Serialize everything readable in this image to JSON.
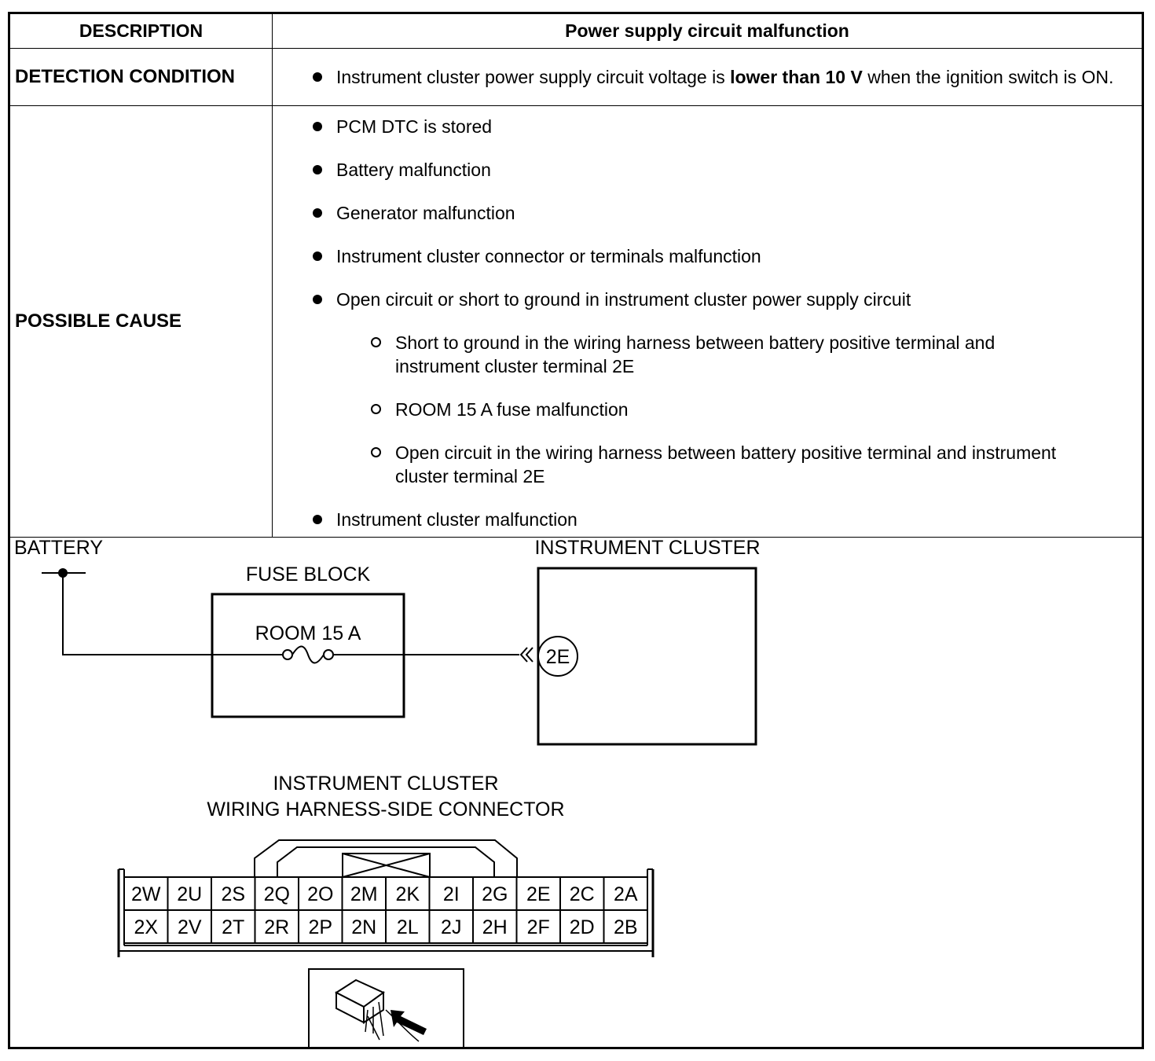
{
  "table": {
    "header_left": "DESCRIPTION",
    "header_right": "Power supply circuit malfunction",
    "detection_label": "DETECTION CONDITION",
    "detection_pre": "Instrument cluster power supply circuit voltage is ",
    "detection_bold": "lower than 10 V",
    "detection_post": " when the ignition switch is ON.",
    "cause_label": "POSSIBLE CAUSE",
    "causes": [
      "PCM DTC is stored",
      "Battery malfunction",
      "Generator malfunction",
      "Instrument cluster connector or terminals malfunction",
      "Open circuit or short to ground in instrument cluster power supply circuit",
      "Instrument cluster malfunction"
    ],
    "sub_causes": [
      "Short to ground in the wiring harness between battery positive terminal and instrument cluster terminal 2E",
      "ROOM 15 A fuse malfunction",
      "Open circuit in the wiring harness between battery positive terminal and instrument cluster terminal 2E"
    ]
  },
  "diagram": {
    "battery_label": "BATTERY",
    "fuse_block_label": "FUSE BLOCK",
    "fuse_label": "ROOM 15 A",
    "cluster_label": "INSTRUMENT CLUSTER",
    "terminal_label": "2E",
    "connector_title_1": "INSTRUMENT CLUSTER",
    "connector_title_2": "WIRING HARNESS-SIDE CONNECTOR",
    "connector_top_row": [
      "2W",
      "2U",
      "2S",
      "2Q",
      "2O",
      "2M",
      "2K",
      "2I",
      "2G",
      "2E",
      "2C",
      "2A"
    ],
    "connector_bottom_row": [
      "2X",
      "2V",
      "2T",
      "2R",
      "2P",
      "2N",
      "2L",
      "2J",
      "2H",
      "2F",
      "2D",
      "2B"
    ]
  }
}
